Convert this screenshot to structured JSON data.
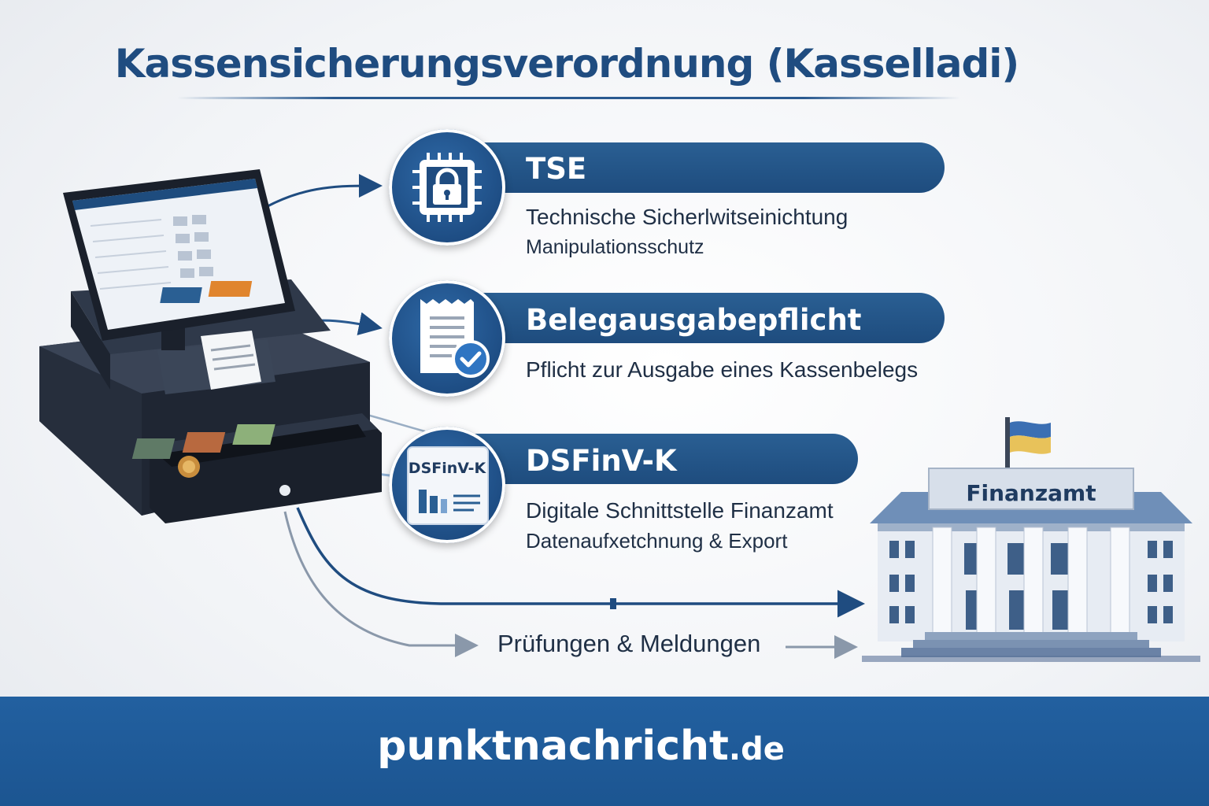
{
  "title": "Kassensicherungsverordnung (Kasselladi)",
  "items": [
    {
      "heading": "TSE",
      "lines": [
        "Technische Sicherlwitseinichtung",
        "Manipulationsschutz"
      ],
      "icon": "lock-chip-icon"
    },
    {
      "heading": "Belegausgabepflicht",
      "lines": [
        "Pflicht zur Ausgabe eines Kassenbelegs"
      ],
      "icon": "receipt-check-icon"
    },
    {
      "heading": "DSFinV-K",
      "lines": [
        "Digitale Schnittstelle Finanzamt",
        "Datenaufxetchnung & Export"
      ],
      "icon": "document-chart-icon",
      "badge_label": "DSFinV-K"
    }
  ],
  "flow_label": "Prüfungen & Meldungen",
  "building_label": "Finanzamt",
  "footer": {
    "domain": "punktnachricht",
    "tld": ".de"
  },
  "colors": {
    "primary": "#1f4c80",
    "bar": "#1e4c7e",
    "footer": "#1c5591",
    "accent_orange": "#e0852e",
    "flag_blue": "#3b6fb3",
    "flag_yellow": "#e8c25a"
  }
}
